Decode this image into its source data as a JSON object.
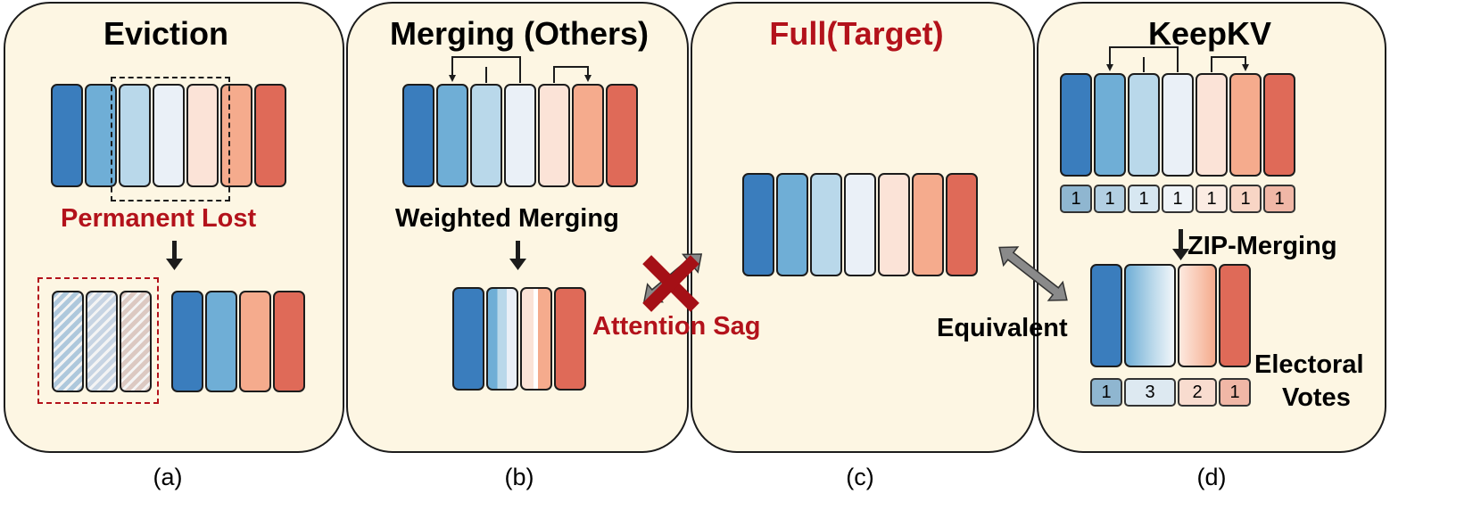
{
  "colors": [
    "#3a7dbd",
    "#6faed6",
    "#b9d8ea",
    "#eaf0f7",
    "#fbe3d7",
    "#f5ab8d",
    "#df6a58"
  ],
  "hatch_colors": [
    "#aec8dc",
    "#c7d4e3",
    "#dcc9c2"
  ],
  "panels": {
    "a": {
      "title": "Eviction",
      "caption": "(a)",
      "lost_label": "Permanent Lost"
    },
    "b": {
      "title": "Merging (Others)",
      "caption": "(b)",
      "merge_label": "Weighted Merging"
    },
    "c": {
      "title": "Full(Target)",
      "caption": "(c)"
    },
    "d": {
      "title": "KeepKV",
      "caption": "(d)",
      "zip_label": "ZIP-Merging",
      "votes_before": [
        "1",
        "1",
        "1",
        "1",
        "1",
        "1",
        "1"
      ],
      "votes_after": [
        "1",
        "3",
        "2",
        "1"
      ],
      "electoral_label_1": "Electoral",
      "electoral_label_2": "Votes"
    }
  },
  "annotations": {
    "attention_sag": "Attention Sag",
    "equivalent": "Equivalent"
  }
}
